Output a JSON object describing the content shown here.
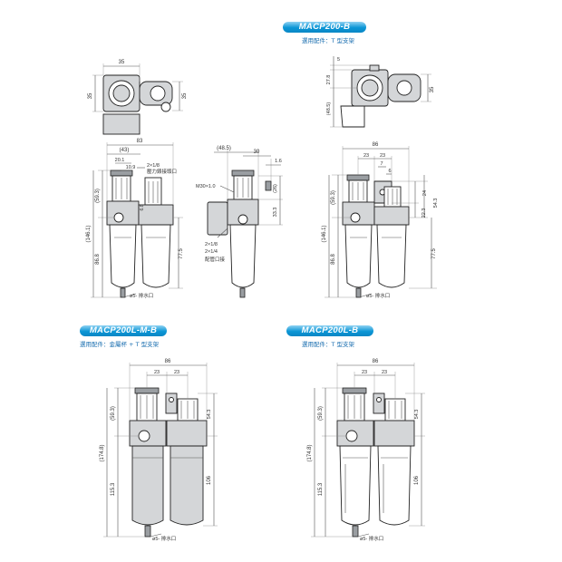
{
  "sections": {
    "macp200b": {
      "title": "MACP200-B",
      "subtitle": "選用配件：T 型支架"
    },
    "macp200l_m_b": {
      "title": "MACP200L-M-B",
      "subtitle": "選用配件：金屬杯 + T 型支架"
    },
    "macp200l_b": {
      "title": "MACP200L-B",
      "subtitle": "選用配件：T 型支架"
    }
  },
  "labels": {
    "gauge_port": "壓力錶接頭口",
    "piping_port": "配管口接",
    "drain_port": "ø5- 排水口",
    "thread_m30": "M30×1.0",
    "thread_18": "2×1/8",
    "thread_14": "2×1/4"
  },
  "dims": {
    "tv_35_top": "35",
    "tv_35_left": "35",
    "tv_35_right": "35",
    "fv_83": "83",
    "fv_43": "(43)",
    "fv_20_1": "20.1",
    "fv_10_9": "10.9",
    "fv_59_3": "(59.3)",
    "fv_146_1": "(146.1)",
    "fv_86_8": "86.8",
    "fv_77_5": "77.5",
    "fv_6_8": "6.8",
    "sv_48_5": "(48.5)",
    "sv_30": "30",
    "sv_1_6": "1.6",
    "sv_26": "(26)",
    "sv_33_3": "33.3",
    "b_5": "5",
    "b_27_8": "27.8",
    "b_48_5": "(48.5)",
    "b_35": "35",
    "bf_86": "86",
    "bf_23a": "23",
    "bf_23b": "23",
    "bf_7": "7",
    "bf_6": "6",
    "bf_24": "24",
    "bf_22_3": "22.3",
    "bf_54_3": "54.3",
    "bf_59_3": "(59.3)",
    "bf_146_1": "(146.1)",
    "bf_86_8": "86.8",
    "bf_77_5": "77.5",
    "m_86": "86",
    "m_23a": "23",
    "m_23b": "23",
    "m_59_3": "(59.3)",
    "m_54_3": "54.3",
    "m_174_8": "(174.8)",
    "m_115_3": "115.3",
    "m_106": "106",
    "l_86": "86",
    "l_23a": "23",
    "l_23b": "23",
    "l_59_3": "(59.3)",
    "l_54_3": "54.3",
    "l_174_8": "(174.8)",
    "l_115_3": "115.3",
    "l_106": "106"
  }
}
